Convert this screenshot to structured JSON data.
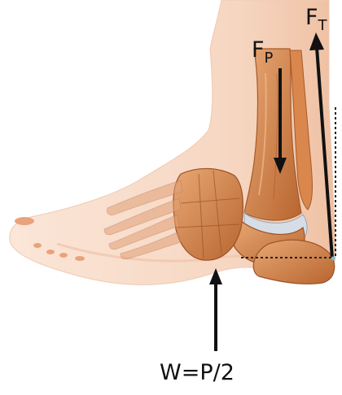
{
  "labels": {
    "tendon_force": "F",
    "tendon_force_sub": "T",
    "leg_force": "F",
    "leg_force_sub": "P",
    "ground_reaction": "W=P/2"
  },
  "colors": {
    "skin_light": "#fbe3d3",
    "skin_mid": "#f3c7ab",
    "skin_shadow": "#e9b08e",
    "bone_light": "#e29a62",
    "bone_mid": "#c8733c",
    "bone_dark": "#9c5127",
    "toenail": "#e9a27a",
    "arrow": "#111111",
    "cartilage": "#d6dde6",
    "tendon_accent": "#6ec1d6"
  },
  "icons": {
    "tendon_arrow": "up-arrow",
    "leg_arrow": "down-arrow",
    "ground_arrow": "up-arrow"
  }
}
